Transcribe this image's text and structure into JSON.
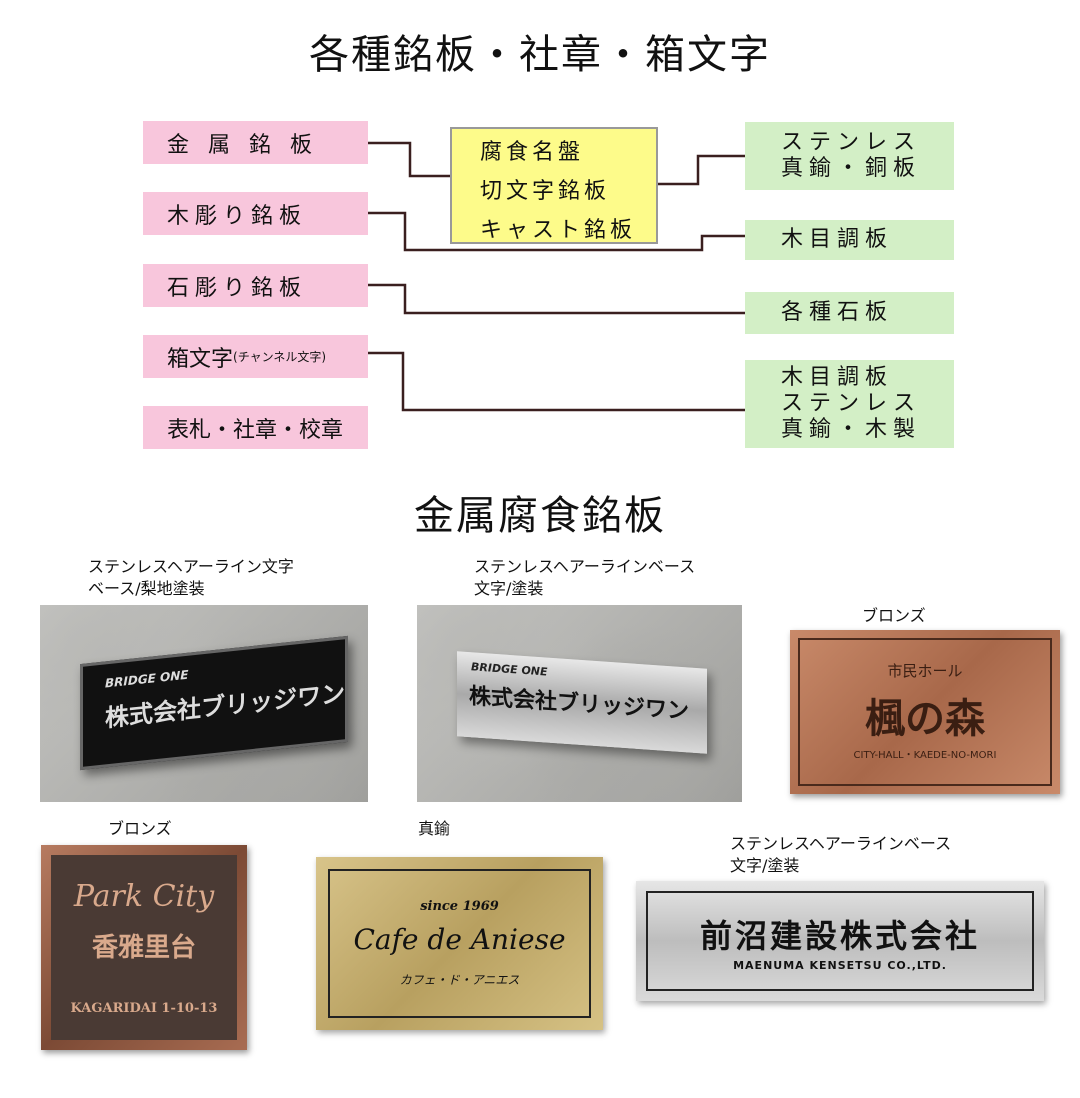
{
  "title_top": "各種銘板・社章・箱文字",
  "title_mid": "金属腐食銘板",
  "left_boxes": [
    {
      "label": "金 属 銘 板"
    },
    {
      "label": "木彫り銘板"
    },
    {
      "label": "石彫り銘板"
    },
    {
      "label": "箱文字",
      "sub": "(チャンネル文字)"
    },
    {
      "label": "表札・社章・校章"
    }
  ],
  "middle_box": [
    "腐食名盤",
    "切文字銘板",
    "キャスト銘板"
  ],
  "right_boxes": [
    {
      "lines": [
        "ステンレス",
        "真鍮・銅板"
      ]
    },
    {
      "lines": [
        "木目調板"
      ]
    },
    {
      "lines": [
        "各種石板"
      ]
    },
    {
      "lines": [
        "木目調板",
        "ステンレス",
        "真鍮・木製"
      ]
    }
  ],
  "captions": {
    "c1": [
      "ステンレスヘアーライン文字",
      "ベース/梨地塗装"
    ],
    "c2": [
      "ステンレスヘアーラインベース",
      "文字/塗装"
    ],
    "c3": [
      "ブロンズ"
    ],
    "c4": [
      "ブロンズ"
    ],
    "c5": [
      "真鍮"
    ],
    "c6": [
      "ステンレスヘアーラインベース",
      "文字/塗装"
    ]
  },
  "plates": {
    "p1": {
      "brand": "BRIDGE ONE",
      "name": "株式会社ブリッジワン"
    },
    "p2": {
      "brand": "BRIDGE ONE",
      "name": "株式会社ブリッジワン"
    },
    "p3": {
      "top": "市民ホール",
      "main": "楓の森",
      "bottom": "CITY-HALL・KAEDE-NO-MORI"
    },
    "p4": {
      "script": "Park City",
      "main": "香雅里台",
      "bottom": "KAGARIDAI 1-10-13"
    },
    "p5": {
      "since": "since 1969",
      "main": "Cafe de Aniese",
      "kana": "カフェ・ド・アニエス"
    },
    "p6": {
      "main": "前沼建設株式会社",
      "sub": "MAENUMA KENSETSU CO.,LTD."
    }
  },
  "colors": {
    "pink": "#f8c6dc",
    "green": "#d3efc6",
    "yellow": "#fdfb8a",
    "line": "#3a1f1f"
  }
}
